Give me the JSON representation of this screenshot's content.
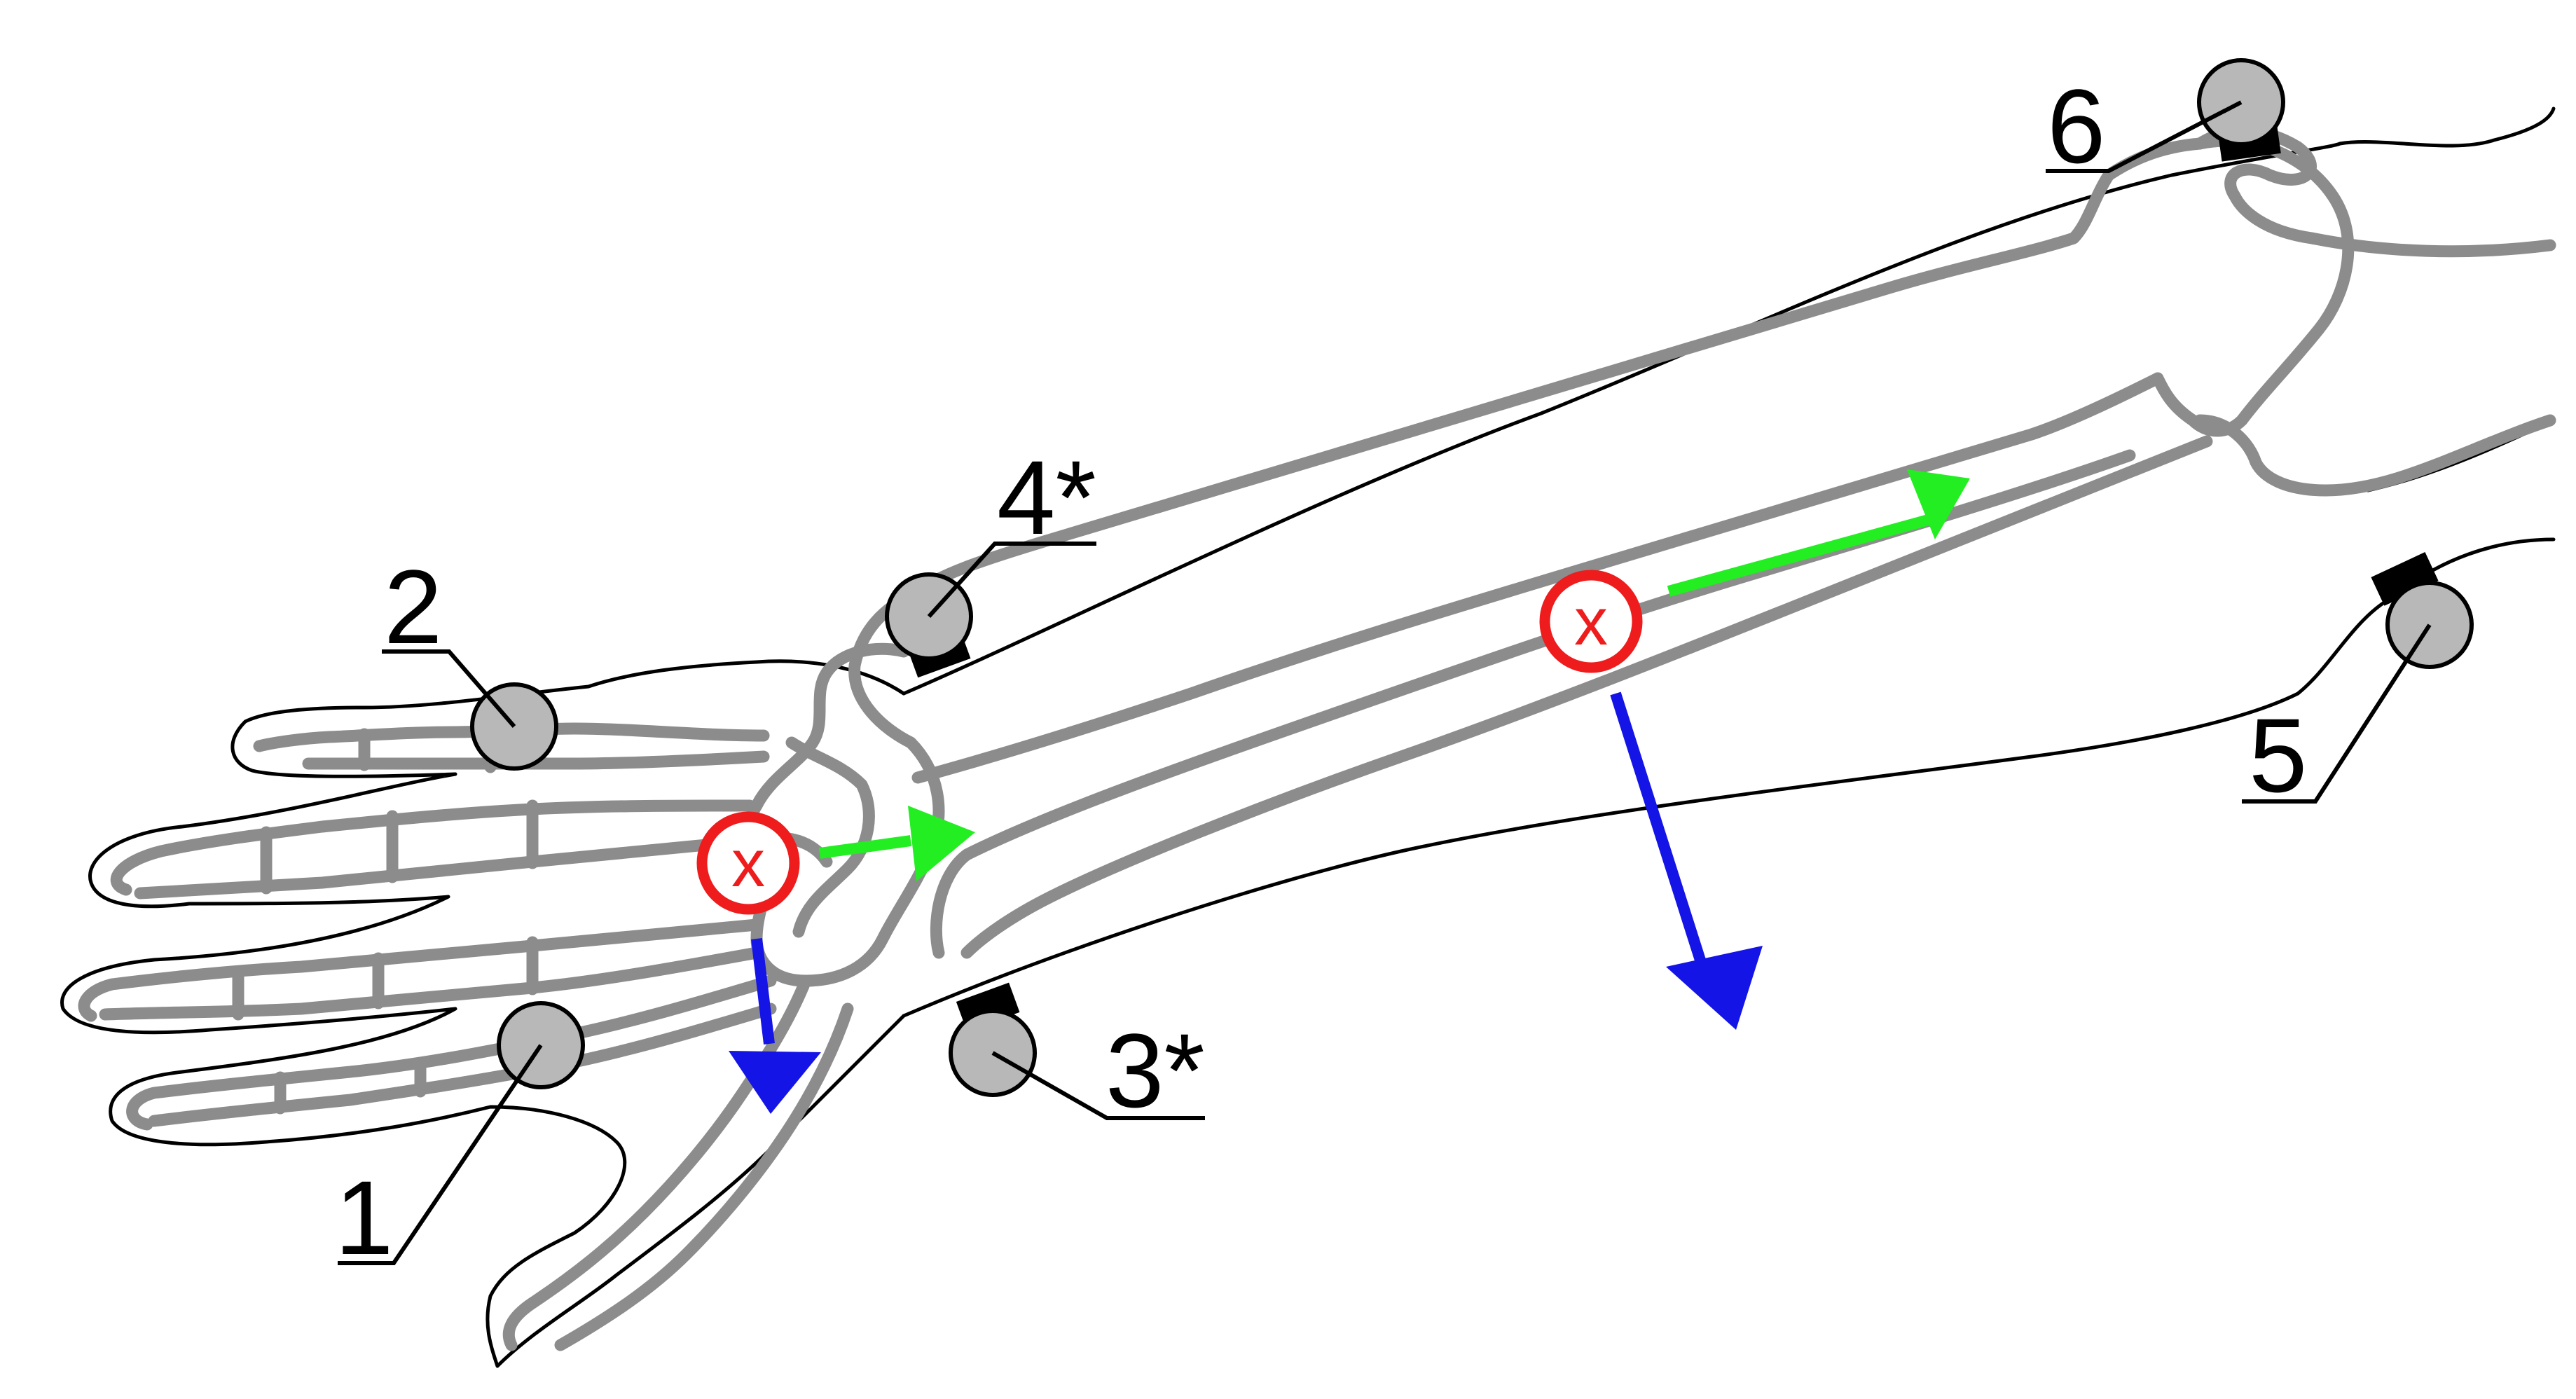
{
  "diagram": {
    "electrodes": [
      {
        "id": "1",
        "label": "1"
      },
      {
        "id": "2",
        "label": "2"
      },
      {
        "id": "3",
        "label": "3*"
      },
      {
        "id": "4",
        "label": "4*"
      },
      {
        "id": "5",
        "label": "5"
      },
      {
        "id": "6",
        "label": "6"
      }
    ],
    "markers": [
      {
        "id": "wrist",
        "symbol": "x"
      },
      {
        "id": "forearm",
        "symbol": "x"
      }
    ],
    "colors": {
      "bone": "#8c8c8c",
      "skin_outline": "#000000",
      "electrode": "#b8b8b8",
      "marker": "#ee1c1c",
      "axial_arrow": "#22ee22",
      "perpendicular_arrow": "#1414e6"
    }
  }
}
